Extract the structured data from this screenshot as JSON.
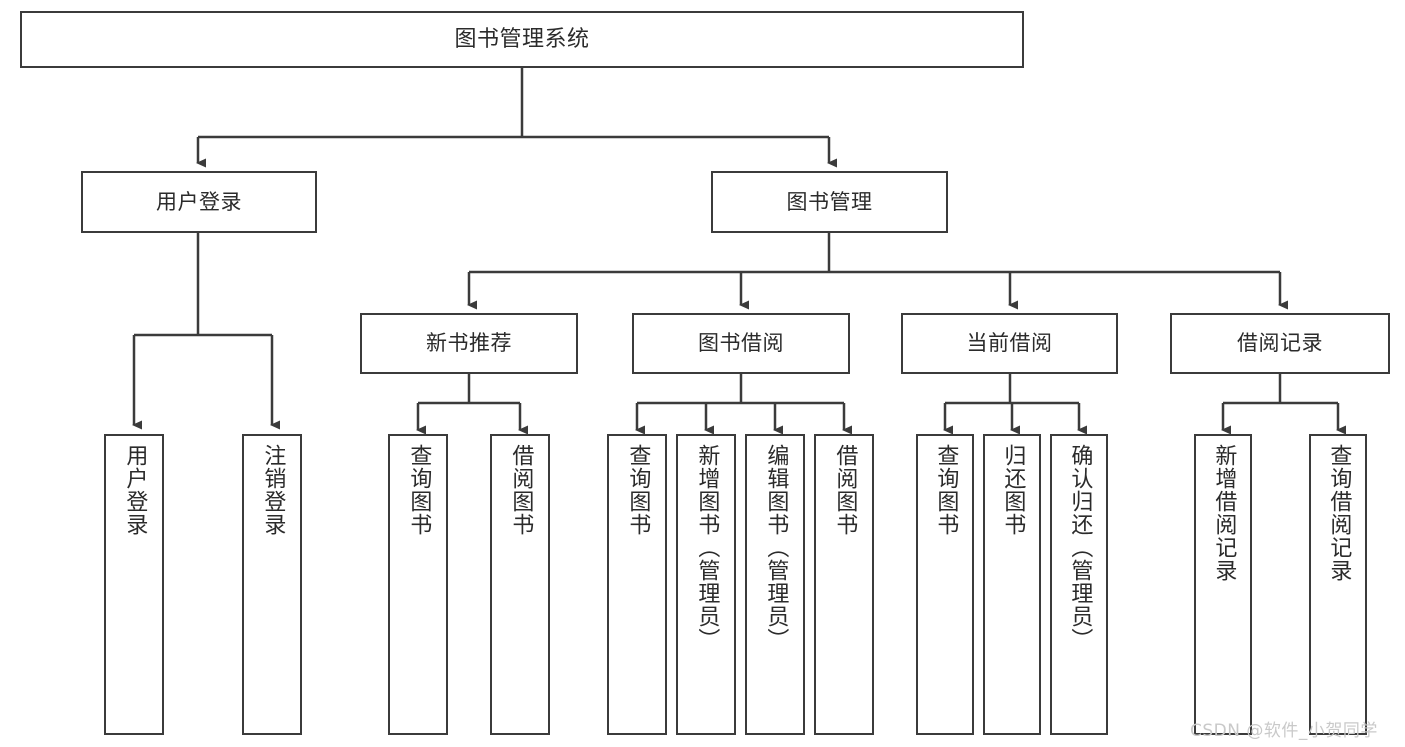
{
  "diagram": {
    "title_node": {
      "label": "图书管理系统"
    },
    "level1": [
      {
        "label": "用户登录"
      },
      {
        "label": "图书管理"
      }
    ],
    "level2": [
      {
        "label": "新书推荐"
      },
      {
        "label": "图书借阅"
      },
      {
        "label": "当前借阅"
      },
      {
        "label": "借阅记录"
      }
    ],
    "leaves": {
      "user_login": [
        {
          "label": "用户登录"
        },
        {
          "label": "注销登录"
        }
      ],
      "new_book_recommend": [
        {
          "label": "查询图书"
        },
        {
          "label": "借阅图书"
        }
      ],
      "book_borrow": [
        {
          "label": "查询图书"
        },
        {
          "label": "新增图书（管理员）"
        },
        {
          "label": "编辑图书（管理员）"
        },
        {
          "label": "借阅图书"
        }
      ],
      "current_borrow": [
        {
          "label": "查询图书"
        },
        {
          "label": "归还图书"
        },
        {
          "label": "确认归还（管理员）"
        }
      ],
      "borrow_record": [
        {
          "label": "新增借阅记录"
        },
        {
          "label": "查询借阅记录"
        }
      ]
    }
  },
  "watermark": {
    "text": "CSDN @软件_小贺同学"
  },
  "colors": {
    "box_border": "#3b3b3b",
    "text": "#2b2b2b",
    "background": "#ffffff",
    "watermark": "#c9c9c9"
  }
}
